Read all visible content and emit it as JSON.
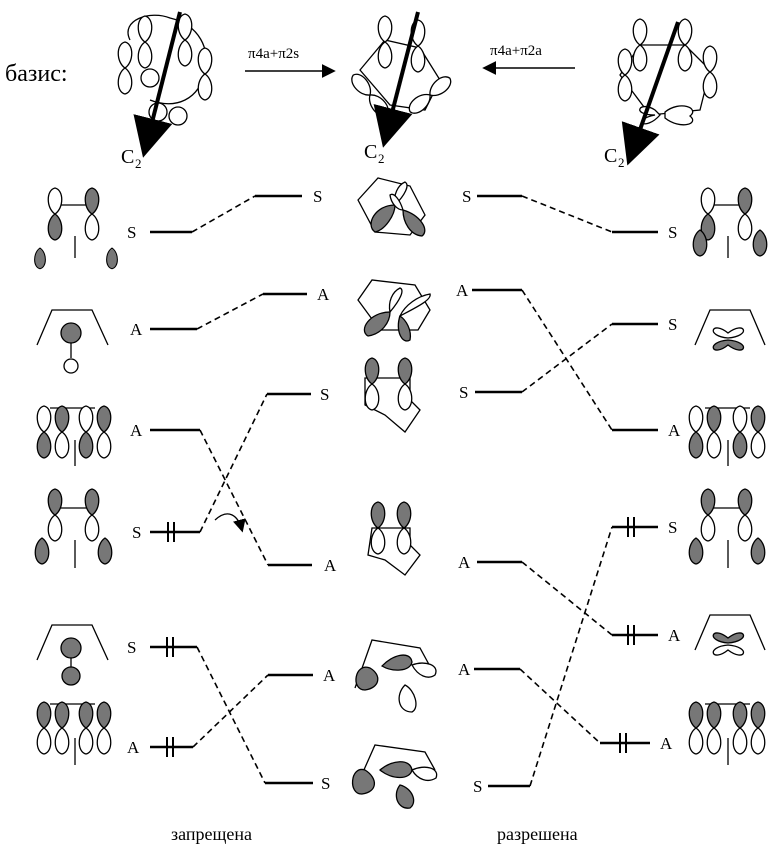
{
  "basis_label": "базис:",
  "c2_main": "C",
  "c2_sub": "2",
  "arrow_left_label": "π4a+π2s",
  "arrow_right_label": "π4a+π2a",
  "footer": {
    "forbidden": "запрещена",
    "allowed": "разрешена"
  },
  "left_levels": [
    "S",
    "A",
    "A",
    "S",
    "S",
    "A"
  ],
  "center_left_levels": [
    "S",
    "A",
    "S",
    "A",
    "A",
    "S"
  ],
  "center_right_levels": [
    "S",
    "A",
    "S",
    "A",
    "A",
    "S"
  ],
  "right_levels": [
    "S",
    "S",
    "A",
    "S",
    "A",
    "A"
  ],
  "left_occupied": [
    false,
    false,
    false,
    true,
    true,
    true
  ],
  "right_occupied": [
    false,
    false,
    false,
    true,
    true,
    true
  ]
}
